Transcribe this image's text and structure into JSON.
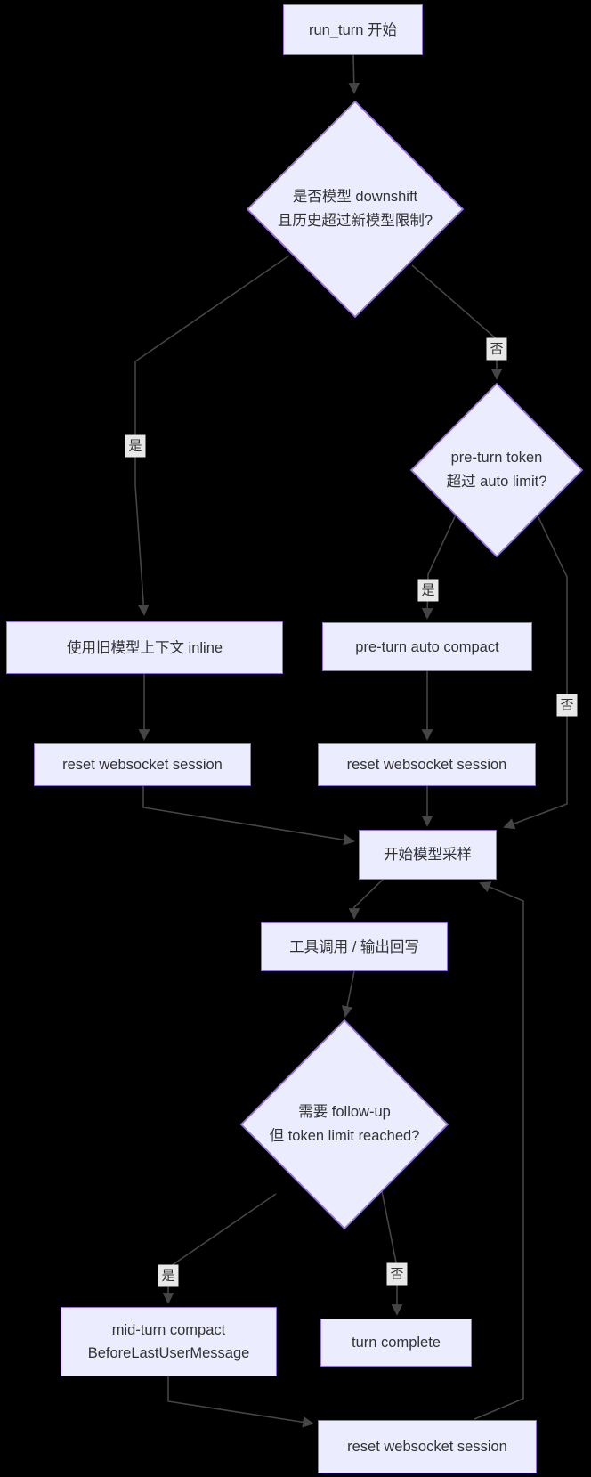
{
  "diagram": {
    "title_hint": "run_turn flowchart",
    "colors": {
      "background": "#000000",
      "node_fill": "#ECECFF",
      "node_border": "#9370DB",
      "edge": "#454545",
      "edge_label_bg": "#E8E8E8",
      "text": "#333333"
    },
    "nodes": {
      "start": {
        "label": "run_turn 开始"
      },
      "decision_downshift": {
        "line1": "是否模型 downshift",
        "line2": "且历史超过新模型限制?"
      },
      "decision_preturn": {
        "line1": "pre-turn token",
        "line2": "超过 auto limit?"
      },
      "use_old_context": {
        "label": "使用旧模型上下文 inline"
      },
      "preturn_compact": {
        "label": "pre-turn auto compact"
      },
      "reset_ws_left": {
        "label": "reset websocket session"
      },
      "reset_ws_right": {
        "label": "reset websocket session"
      },
      "start_sampling": {
        "label": "开始模型采样"
      },
      "tool_calls": {
        "label": "工具调用 / 输出回写"
      },
      "decision_followup": {
        "line1": "需要 follow-up",
        "line2": "但 token limit reached?"
      },
      "midturn_compact": {
        "line1": "mid-turn compact",
        "line2": "BeforeLastUserMessage"
      },
      "turn_complete": {
        "label": "turn complete"
      },
      "reset_ws_bottom": {
        "label": "reset websocket session"
      }
    },
    "edge_labels": {
      "yes1": "是",
      "no1": "否",
      "yes2": "是",
      "no2": "否",
      "yes3": "是",
      "no3": "否"
    }
  }
}
